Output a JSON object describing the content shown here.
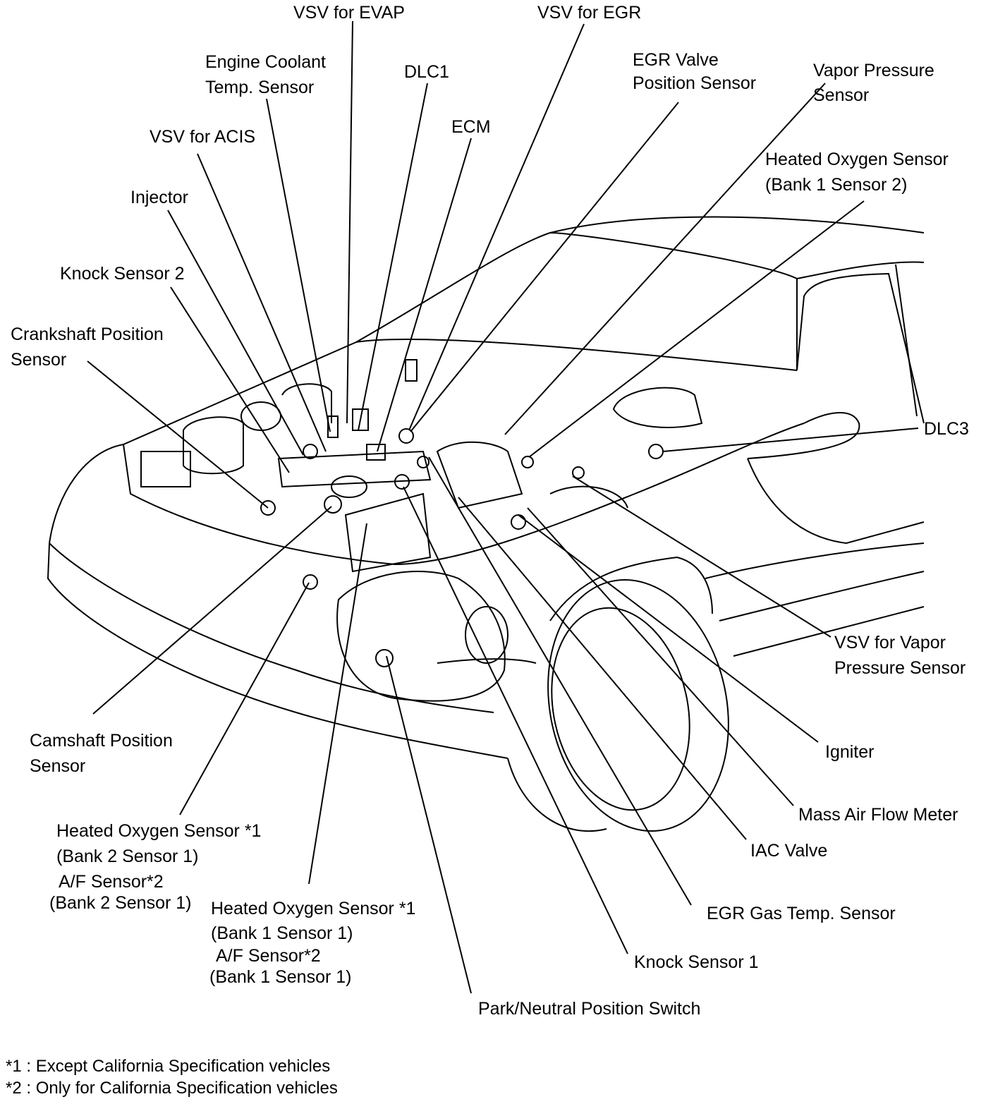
{
  "labels": {
    "vsv_evap": "VSV for EVAP",
    "vsv_egr": "VSV for EGR",
    "ect_1": "Engine Coolant",
    "ect_2": "Temp. Sensor",
    "dlc1": "DLC1",
    "egr_pos_1": "EGR Valve",
    "egr_pos_2": "Position Sensor",
    "vapor_1": "Vapor Pressure",
    "vapor_2": "Sensor",
    "ecm": "ECM",
    "vsv_acis": "VSV for ACIS",
    "ho2_b1s2_1": "Heated Oxygen Sensor",
    "ho2_b1s2_2": "(Bank 1 Sensor 2)",
    "injector": "Injector",
    "knock2": "Knock Sensor 2",
    "crank_1": "Crankshaft  Position",
    "crank_2": "Sensor",
    "dlc3": "DLC3",
    "vsv_vapor_1": "VSV for Vapor",
    "vsv_vapor_2": "Pressure Sensor",
    "cam_1": "Camshaft  Position",
    "cam_2": "Sensor",
    "igniter": "Igniter",
    "maf": "Mass Air Flow Meter",
    "iac": "IAC Valve",
    "ho2_b2s1_1": "Heated Oxygen Sensor *1",
    "ho2_b2s1_2": "(Bank 2 Sensor 1)",
    "af_b2s1_1": "A/F Sensor*2",
    "af_b2s1_2": "(Bank 2 Sensor 1)",
    "ho2_b1s1_1": "Heated Oxygen Sensor *1",
    "ho2_b1s1_2": "(Bank 1 Sensor 1)",
    "af_b1s1_1": "A/F Sensor*2",
    "af_b1s1_2": "(Bank 1 Sensor 1)",
    "egr_temp": "EGR Gas Temp. Sensor",
    "knock1": "Knock Sensor 1",
    "pnp": "Park/Neutral Position Switch"
  },
  "footnotes": {
    "note1": "*1 : Except California Specification vehicles",
    "note2": "*2 : Only for California Specification vehicles"
  }
}
